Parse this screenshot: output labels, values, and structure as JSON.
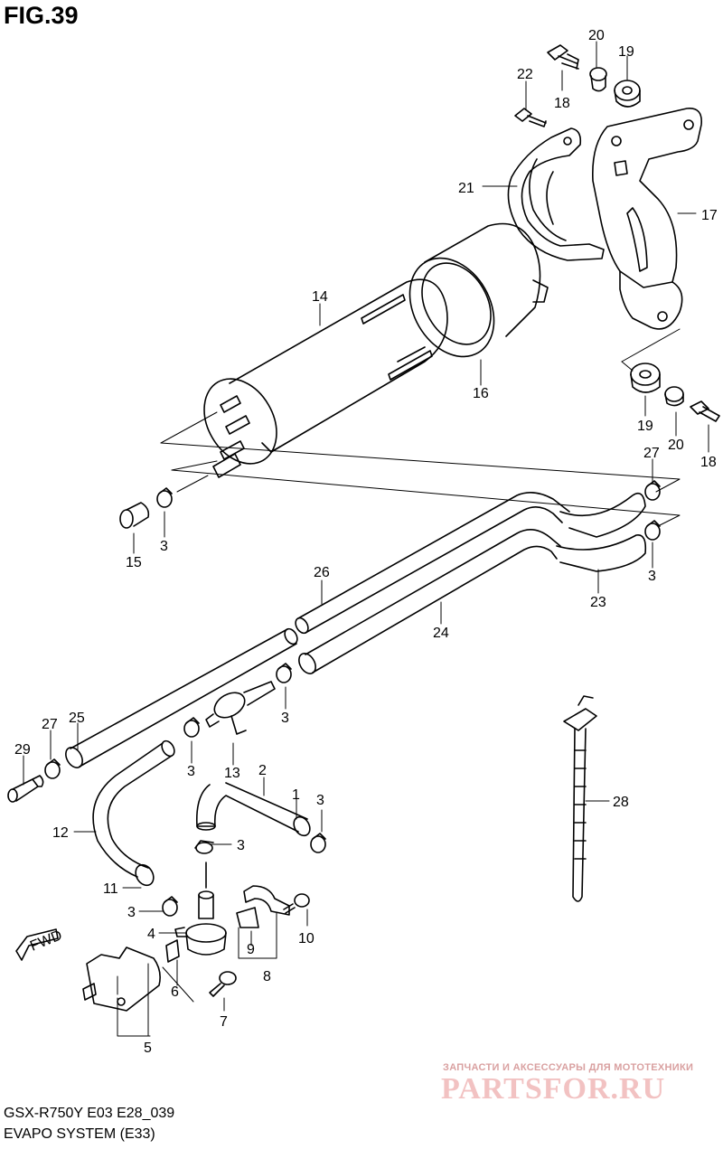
{
  "figure": {
    "title": "FIG.39",
    "footer_code": "GSX-R750Y E03 E28_039",
    "footer_name": "EVAPO SYSTEM (E33)",
    "fwd_label": "FWD"
  },
  "watermark": {
    "top_text": "ЗАПЧАСТИ И АКСЕССУАРЫ ДЛЯ МОТОТЕХНИКИ",
    "logo_text": "PARTSFOR.RU"
  },
  "callouts": [
    "20",
    "19",
    "22",
    "18",
    "21",
    "17",
    "14",
    "16",
    "19",
    "20",
    "18",
    "27",
    "15",
    "3",
    "26",
    "3",
    "24",
    "23",
    "27",
    "25",
    "29",
    "3",
    "3",
    "13",
    "2",
    "1",
    "3",
    "12",
    "3",
    "11",
    "3",
    "4",
    "10",
    "9",
    "8",
    "6",
    "7",
    "5",
    "28"
  ],
  "colors": {
    "line": "#000000",
    "background": "#ffffff",
    "watermark_red": "#e8a6a6"
  }
}
